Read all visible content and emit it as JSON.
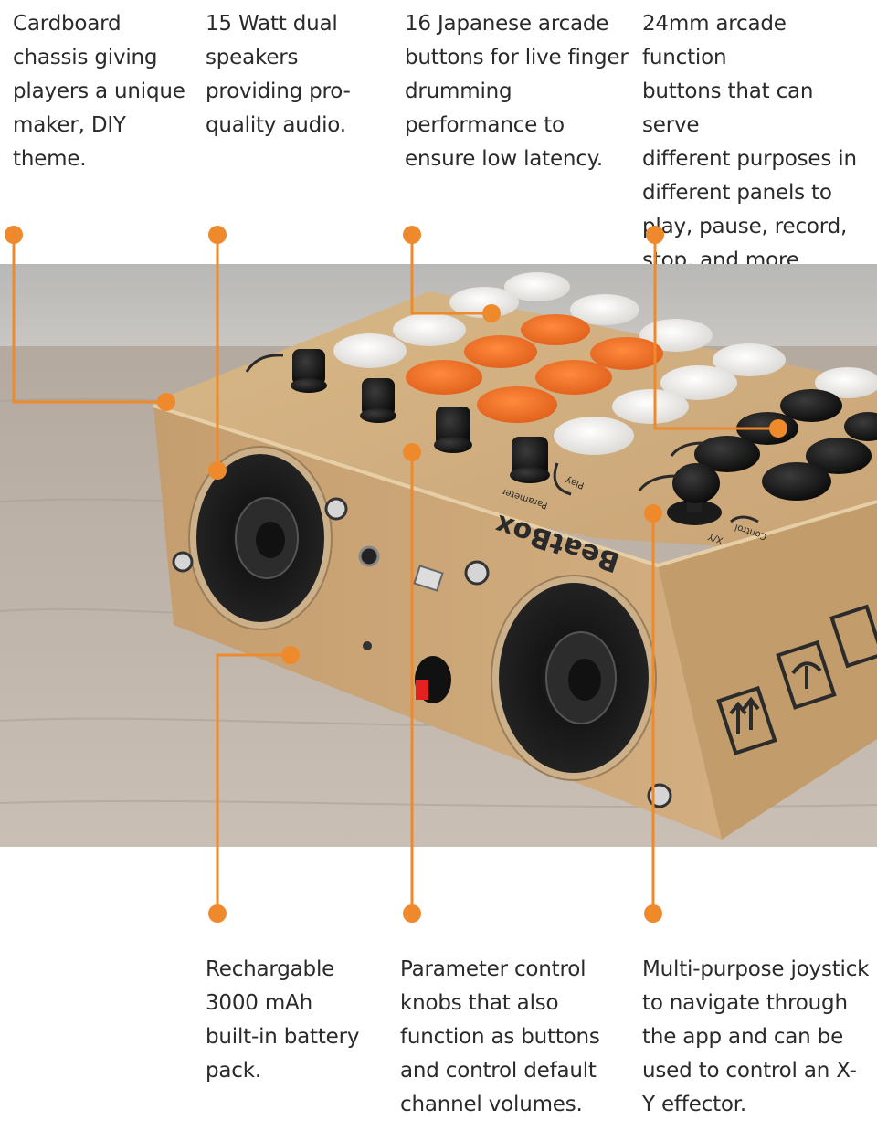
{
  "captions": {
    "cardboard": "Cardboard\nchassis giving\nplayers a unique\nmaker, DIY\ntheme.",
    "speakers": "15 Watt dual\nspeakers\nproviding pro-\nquality audio.",
    "buttons": "16 Japanese arcade\nbuttons for live finger\ndrumming\nperformance to\nensure low latency.",
    "function_buttons": "24mm arcade function\nbuttons that can serve\ndifferent purposes in\ndifferent panels to\nplay, pause, record,\nstop, and more.",
    "battery": "Rechargable\n3000 mAh\nbuilt-in battery\npack.",
    "knobs": "Parameter control\nknobs that also\nfunction as buttons\nand control default\nchannel volumes.",
    "joystick": "Multi-purpose joystick\nto navigate through\nthe app and can be\nused to control an X-\nY effector."
  },
  "device_labels": {
    "brand": "BeatBox",
    "knob_label": "Parameter",
    "play_label": "Play",
    "control_label": "Control",
    "xy_label": "X/Y"
  },
  "colors": {
    "accent": "#EE8A2C",
    "cardboard": "#C9A476",
    "pad_orange": "#F3762A",
    "pad_white": "#F2F1EE",
    "table_wood": "#B9AEA4"
  }
}
